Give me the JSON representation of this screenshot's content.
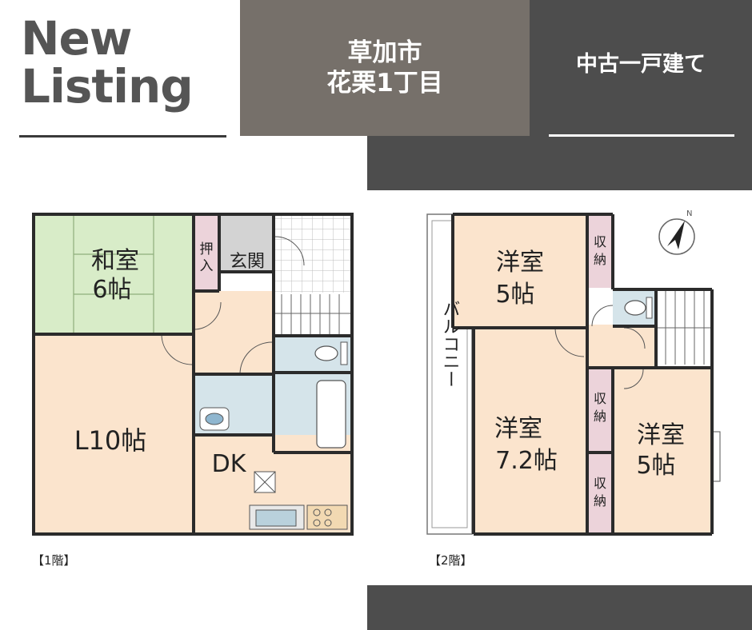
{
  "headline": {
    "line1": "New",
    "line2": "Listing"
  },
  "location": {
    "line1": "草加市",
    "line2": "花栗1丁目"
  },
  "property_type": "中古一戸建て",
  "floor1": {
    "label": "【1階】",
    "rooms": {
      "washitsu": {
        "line1": "和室",
        "line2": "6帖"
      },
      "oshiire": {
        "line1": "押",
        "line2": "入"
      },
      "genkan": "玄関",
      "living": "L10帖",
      "dk": "DK"
    }
  },
  "floor2": {
    "label": "【2階】",
    "rooms": {
      "balcony": "バルコニー",
      "yoshitsu_a": {
        "line1": "洋室",
        "line2": "5帖"
      },
      "yoshitsu_b": {
        "line1": "洋室",
        "line2": "7.2帖"
      },
      "yoshitsu_c": {
        "line1": "洋室",
        "line2": "5帖"
      },
      "storage": {
        "line1": "収",
        "line2": "納"
      }
    }
  },
  "colors": {
    "dark": "#4d4d4d",
    "mid": "#76706a",
    "washitsu": "#d8ecc8",
    "room": "#fbe4cd",
    "storage": "#ecd3da",
    "wet": "#d5e4ea",
    "wall": "#2b2b2b"
  }
}
